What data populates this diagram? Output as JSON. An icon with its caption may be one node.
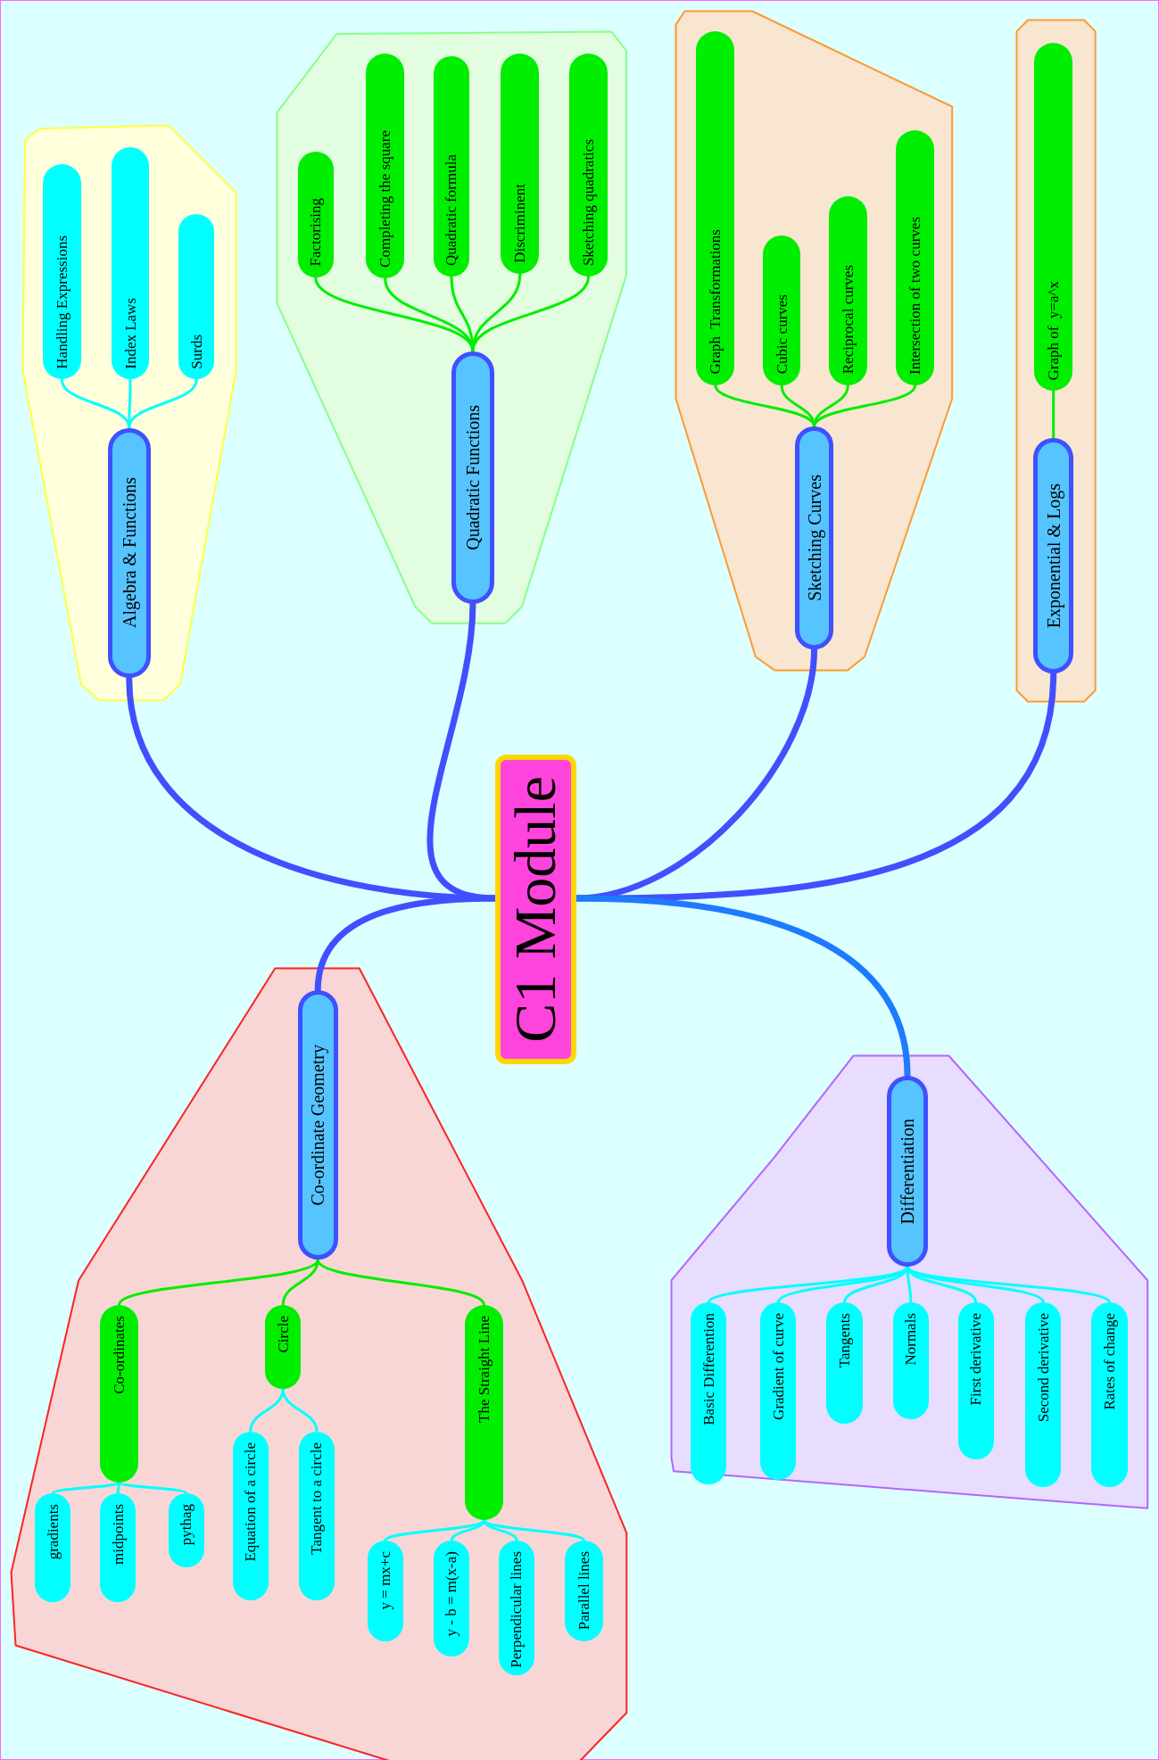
{
  "diagram": {
    "nodes": [
      {
        "text": [
          "C1 Module"
        ]
      },
      {
        "text": [],
        "shape": "box"
      },
      {
        "text": [
          "Algebra & Functions"
        ],
        "in": 1
      },
      {
        "text": [
          "Handling Expressions"
        ],
        "in": 1
      },
      {
        "text": [
          "Index Laws"
        ],
        "in": 1
      },
      {
        "text": [
          "Surds"
        ],
        "in": 1
      },
      {
        "text": [],
        "shape": "box"
      },
      {
        "text": [
          "Quadratic Functions"
        ],
        "in": 6
      },
      {
        "text": [
          "Factorising"
        ],
        "in": 6
      },
      {
        "text": [
          "Completing the square"
        ],
        "in": 6
      },
      {
        "text": [
          "Quadratic formula"
        ],
        "in": 6
      },
      {
        "text": [
          "Discriminent"
        ],
        "in": 6
      },
      {
        "text": [
          "Sketching quadratics"
        ],
        "in": 6
      },
      {
        "text": [],
        "shape": "box"
      },
      {
        "text": [
          "Sketching Curves"
        ],
        "in": 13
      },
      {
        "text": [
          "Graph  Transformations"
        ],
        "in": 13
      },
      {
        "text": [
          "Cubic curves"
        ],
        "in": 13
      },
      {
        "text": [
          "Reciprocal curves"
        ],
        "in": 13
      },
      {
        "text": [
          "Intersection of two curves"
        ],
        "in": 13
      },
      {
        "text": [],
        "shape": "box"
      },
      {
        "text": [
          "Exponential & Logs"
        ],
        "in": 19
      },
      {
        "text": [
          "Graph of  y=a^x"
        ],
        "in": 19
      },
      {
        "text": [],
        "shape": "box"
      },
      {
        "text": [
          "Co-ordinate Geometry"
        ],
        "in": 22
      },
      {
        "text": [
          "Co-ordinates"
        ],
        "in": 22
      },
      {
        "text": [
          "Circle"
        ],
        "in": 22
      },
      {
        "text": [
          "The Straight Line"
        ],
        "in": 22
      },
      {
        "text": [
          "gradients"
        ],
        "in": 22
      },
      {
        "text": [
          "midpoints"
        ],
        "in": 22
      },
      {
        "text": [
          "pythag"
        ],
        "in": 22
      },
      {
        "text": [
          "Equation of a circle"
        ],
        "in": 22
      },
      {
        "text": [
          "Tangent to a circle"
        ],
        "in": 22
      },
      {
        "text": [
          "y = mx+c"
        ],
        "in": 22
      },
      {
        "text": [
          "y - b = m(x-a)"
        ],
        "in": 22
      },
      {
        "text": [
          "Perpendicular lines"
        ],
        "in": 22
      },
      {
        "text": [
          "Parallel lines"
        ],
        "in": 22
      },
      {
        "text": [],
        "shape": "box"
      },
      {
        "text": [
          "Differentiation"
        ],
        "in": 36
      },
      {
        "text": [
          "Basic Differention"
        ],
        "in": 36
      },
      {
        "text": [
          "Gradient of curve"
        ],
        "in": 36
      },
      {
        "text": [
          "Tangents"
        ],
        "in": 36
      },
      {
        "text": [
          "Normals"
        ],
        "in": 36
      },
      {
        "text": [
          "First derivative"
        ],
        "in": 36
      },
      {
        "text": [
          "Second derivative"
        ],
        "in": 36
      },
      {
        "text": [
          "Rates of change"
        ],
        "in": 36
      }
    ],
    "edges": [
      {
        "from": 0,
        "to": 2,
        "arrow": "none",
        "style": "thick",
        "color": "#4050ff"
      },
      {
        "from": 0,
        "to": 7,
        "arrow": "none",
        "style": "thick",
        "color": "#4050ff"
      },
      {
        "from": 0,
        "to": 14,
        "arrow": "none",
        "style": "thick",
        "color": "#4050ff"
      },
      {
        "from": 0,
        "to": 20,
        "arrow": "none",
        "style": "thick",
        "color": "#4050ff"
      },
      {
        "from": 0,
        "to": 23,
        "arrow": "none",
        "style": "thick",
        "color": "#4050ff"
      },
      {
        "from": 0,
        "to": 37,
        "arrow": "none",
        "style": "thick",
        "color": "#1e7bff"
      },
      {
        "from": 2,
        "to": 3,
        "arrow": "none"
      },
      {
        "from": 2,
        "to": 4,
        "arrow": "none"
      },
      {
        "from": 2,
        "to": 5,
        "arrow": "none"
      },
      {
        "from": 7,
        "to": 8,
        "arrow": "none",
        "color": "#00ee00"
      },
      {
        "from": 7,
        "to": 9,
        "arrow": "none",
        "color": "#00ee00"
      },
      {
        "from": 7,
        "to": 10,
        "arrow": "none",
        "color": "#00ee00"
      },
      {
        "from": 7,
        "to": 11,
        "arrow": "none",
        "color": "#00ee00"
      },
      {
        "from": 7,
        "to": 12,
        "arrow": "none",
        "color": "#00ee00"
      },
      {
        "from": 14,
        "to": 15,
        "arrow": "none",
        "color": "#00ee00"
      },
      {
        "from": 14,
        "to": 16,
        "arrow": "none",
        "color": "#00ee00"
      },
      {
        "from": 14,
        "to": 17,
        "arrow": "none",
        "color": "#00ee00"
      },
      {
        "from": 14,
        "to": 18,
        "arrow": "none",
        "color": "#00ee00"
      },
      {
        "from": 20,
        "to": 21,
        "arrow": "none",
        "color": "#00ee00"
      },
      {
        "from": 23,
        "to": 24,
        "arrow": "none",
        "color": "#00ee00"
      },
      {
        "from": 23,
        "to": 25,
        "arrow": "none",
        "color": "#00ee00"
      },
      {
        "from": 23,
        "to": 26,
        "arrow": "none",
        "color": "#00ee00"
      },
      {
        "from": 24,
        "to": 27,
        "arrow": "none"
      },
      {
        "from": 24,
        "to": 28,
        "arrow": "none"
      },
      {
        "from": 24,
        "to": 29,
        "arrow": "none"
      },
      {
        "from": 25,
        "to": 30,
        "arrow": "none"
      },
      {
        "from": 25,
        "to": 31,
        "arrow": "none"
      },
      {
        "from": 26,
        "to": 32,
        "arrow": "none"
      },
      {
        "from": 26,
        "to": 33,
        "arrow": "none"
      },
      {
        "from": 26,
        "to": 34,
        "arrow": "none"
      },
      {
        "from": 26,
        "to": 35,
        "arrow": "none"
      },
      {
        "from": 37,
        "to": 38,
        "arrow": "none"
      },
      {
        "from": 37,
        "to": 39,
        "arrow": "none"
      },
      {
        "from": 37,
        "to": 40,
        "arrow": "none"
      },
      {
        "from": 37,
        "to": 41,
        "arrow": "none"
      },
      {
        "from": 37,
        "to": 42,
        "arrow": "none"
      },
      {
        "from": 37,
        "to": 43,
        "arrow": "none"
      },
      {
        "from": 37,
        "to": 44,
        "arrow": "none"
      }
    ]
  }
}
